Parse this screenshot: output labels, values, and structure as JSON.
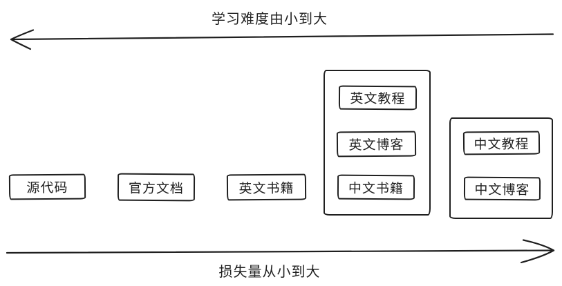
{
  "diagram": {
    "colors": {
      "ink": "#1f1f1f",
      "background": "#ffffff"
    },
    "top_axis": {
      "label": "学习难度由小到大",
      "direction": "left",
      "icon": "arrow-left-icon"
    },
    "bottom_axis": {
      "label": "损失量从小到大",
      "direction": "right",
      "icon": "arrow-right-icon"
    },
    "standalone_boxes": [
      {
        "label": "源代码"
      },
      {
        "label": "官方文档"
      },
      {
        "label": "英文书籍"
      }
    ],
    "groups": [
      {
        "items": [
          {
            "label": "英文教程"
          },
          {
            "label": "英文博客"
          },
          {
            "label": "中文书籍"
          }
        ]
      },
      {
        "items": [
          {
            "label": "中文教程"
          },
          {
            "label": "中文博客"
          }
        ]
      }
    ]
  }
}
